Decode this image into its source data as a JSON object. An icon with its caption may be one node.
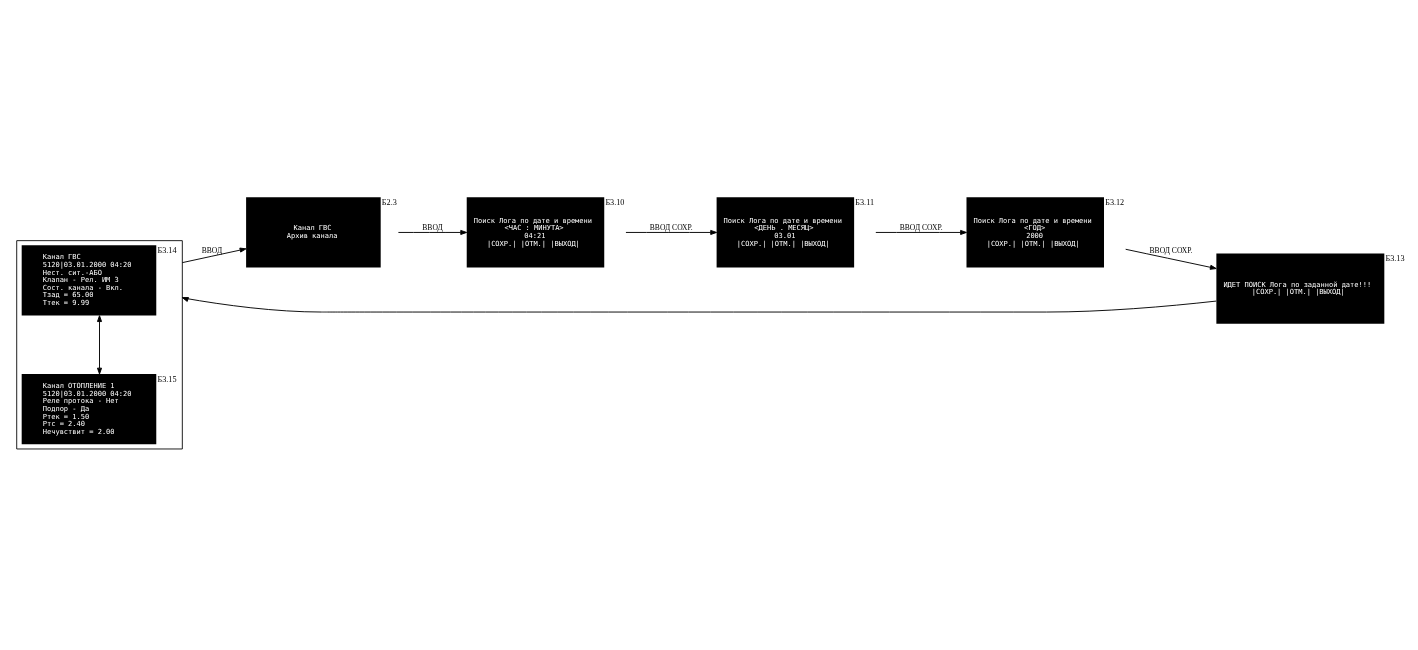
{
  "diagram": {
    "nodes": [
      {
        "text": [
          "Канал ГВС",
          "Архив канала"
        ],
        "beside": [
          "Б2.3"
        ]
      },
      {
        "text": [
          "Поиск Лога по дате и времени",
          "<ЧАС : МИНУТА>",
          "04:21",
          "|СОХР.| |ОТМ.| |ВЫХОД|"
        ],
        "beside": [
          "Б3.10"
        ]
      },
      {
        "text": [
          "Поиск Лога по дате и времени",
          "<ДЕНЬ . МЕСЯЦ>",
          "03.01",
          "|СОХР.| |ОТМ.| |ВЫХОД|"
        ],
        "beside": [
          "Б3.11"
        ]
      },
      {
        "text": [],
        "shape": "box"
      },
      {
        "text": [
          "Канал ГВС",
          "5120|03.01.2000 04:20",
          "Нест. сит.-АБО",
          "Клапан - Рел. ИМ 3",
          "Сост. канала - Вкл.",
          "Тзад = 65.00",
          "Ттек = 9.99"
        ],
        "beside": [
          "Б3.14"
        ],
        "in": 3
      },
      {
        "text": [
          "Канал ОТОПЛЕНИЕ 1",
          "5120|03.01.2000 04:20",
          "Реле протока - Нет",
          "Подпор - Да",
          "Ртек = 1.50",
          "Ртс = 2.40",
          "Нечувствит = 2.00"
        ],
        "beside": [
          "Б3.15"
        ],
        "in": 3
      },
      {
        "text": [
          "ИДЕТ ПОИСК Лога по заданной дате!!!",
          "|СОХР.| |ОТМ.| |ВЫХОД|"
        ],
        "beside": [
          "Б3.13"
        ]
      },
      {
        "text": [
          "Поиск Лога по дате и времени",
          "<ГОД>",
          "2000",
          "|СОХР.| |ОТМ.| |ВЫХОД|"
        ],
        "beside": [
          "Б3.12"
        ]
      }
    ],
    "edges": [
      {
        "from": 0,
        "to": 1,
        "arrow": "to",
        "label": "ВВОД"
      },
      {
        "from": 1,
        "to": 2,
        "arrow": "to",
        "label": "ВВОД СОХР."
      },
      {
        "from": 2,
        "to": 7,
        "arrow": "to",
        "label": "ВВОД СОХР."
      },
      {
        "from": 7,
        "to": 6,
        "arrow": "to",
        "label": "ВВОД СОХР."
      },
      {
        "from": 6,
        "to": 3,
        "arrow": "to"
      },
      {
        "from": 4,
        "to": 5,
        "arrow": "both"
      },
      {
        "from": 3,
        "to": 0,
        "arrow": "to",
        "label": "ВВОД"
      }
    ]
  }
}
